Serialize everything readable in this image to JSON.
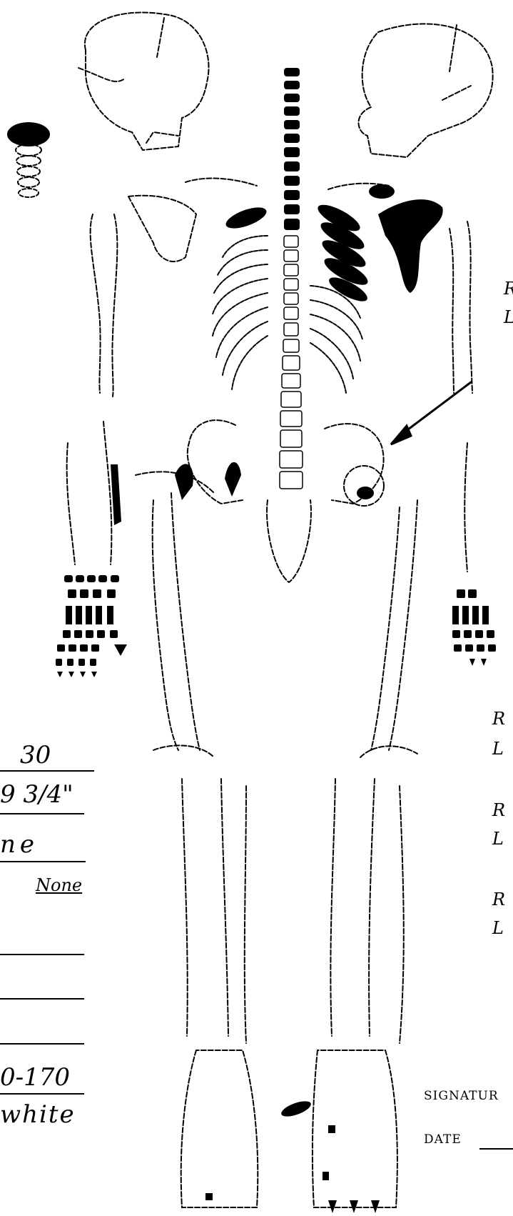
{
  "form": {
    "values": [
      "30",
      "9 3/4\"",
      "ne",
      "None",
      "",
      "",
      "",
      "0-170",
      "white"
    ],
    "side_labels": [
      "R",
      "L",
      "R",
      "L",
      "R",
      "L",
      "R",
      "L"
    ],
    "signature_label": "SIGNATUR",
    "date_label": "DATE"
  },
  "marking_color": "#000000"
}
